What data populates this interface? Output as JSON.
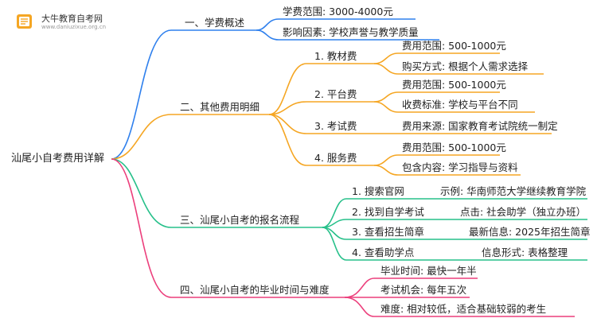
{
  "brand": {
    "name": "大牛教育自考网",
    "url": "www.daniuzixue.org.cn"
  },
  "colors": {
    "blue": "#2f80ed",
    "orange": "#f5a623",
    "green": "#27c08a",
    "pink": "#ec3f7c"
  },
  "root": "汕尾小自考费用详解",
  "sections": [
    {
      "label": "一、学费概述",
      "items": [
        "学费范围: 3000-4000元",
        "影响因素: 学校声誉与教学质量"
      ]
    },
    {
      "label": "二、其他费用明细",
      "groups": [
        {
          "label": "1. 教材费",
          "items": [
            "费用范围: 500-1000元",
            "购买方式: 根据个人需求选择"
          ]
        },
        {
          "label": "2. 平台费",
          "items": [
            "费用范围: 500-1000元",
            "收费标准: 学校与平台不同"
          ]
        },
        {
          "label": "3. 考试费",
          "items": [
            "费用来源: 国家教育考试院统一制定"
          ]
        },
        {
          "label": "4. 服务费",
          "items": [
            "费用范围: 500-1000元",
            "包含内容: 学习指导与资料"
          ]
        }
      ]
    },
    {
      "label": "三、汕尾小自考的报名流程",
      "steps": [
        {
          "label": "1. 搜索官网",
          "detail": "示例: 华南师范大学继续教育学院"
        },
        {
          "label": "2. 找到自学考试",
          "detail": "点击: 社会助学（独立办班）"
        },
        {
          "label": "3. 查看招生简章",
          "detail": "最新信息: 2025年招生简章"
        },
        {
          "label": "4. 查看助学点",
          "detail": "信息形式: 表格整理"
        }
      ]
    },
    {
      "label": "四、汕尾小自考的毕业时间与难度",
      "items": [
        "毕业时间: 最快一年半",
        "考试机会: 每年五次",
        "难度: 相对较低，适合基础较弱的考生"
      ]
    }
  ]
}
